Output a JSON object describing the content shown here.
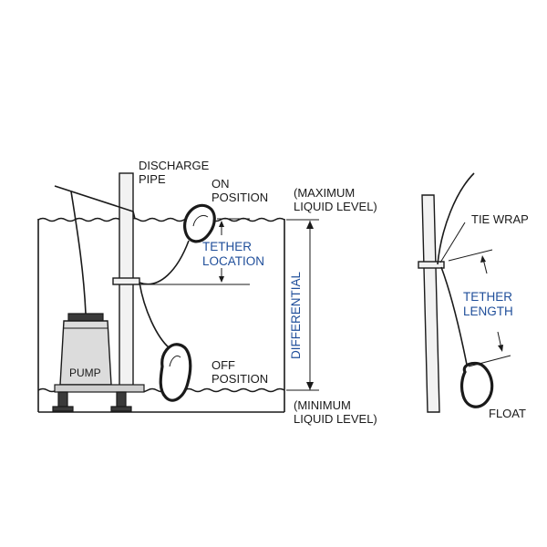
{
  "labels": {
    "discharge_pipe_1": "DISCHARGE",
    "discharge_pipe_2": "PIPE",
    "on_position_1": "ON",
    "on_position_2": "POSITION",
    "max_level_1": "(MAXIMUM",
    "max_level_2": "LIQUID LEVEL)",
    "tether_location_1": "TETHER",
    "tether_location_2": "LOCATION",
    "differential": "DIFFERENTIAL",
    "pump": "PUMP",
    "off_position_1": "OFF",
    "off_position_2": "POSITION",
    "min_level_1": "(MINIMUM",
    "min_level_2": "LIQUID LEVEL)",
    "tie_wrap": "TIE WRAP",
    "tether_length_1": "TETHER",
    "tether_length_2": "LENGTH",
    "float": "FLOAT"
  },
  "colors": {
    "ink": "#1a1a1a",
    "accent_blue": "#1f4e9a"
  }
}
